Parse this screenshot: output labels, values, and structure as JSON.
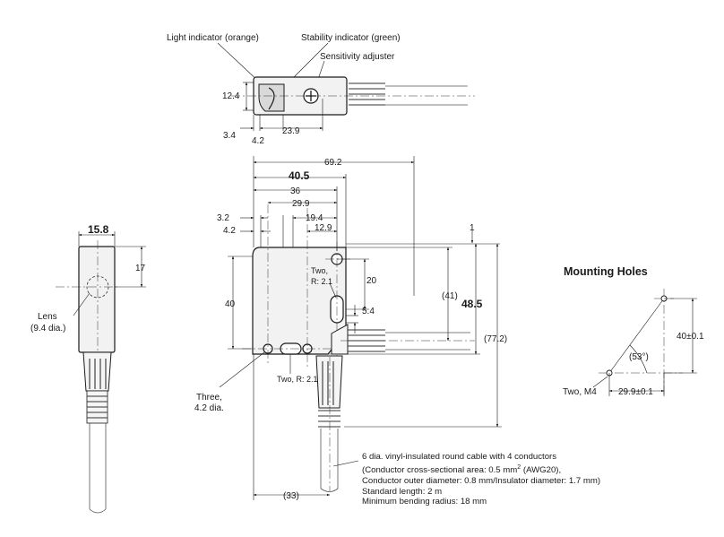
{
  "top_view": {
    "labels": {
      "light_indicator": "Light indicator (orange)",
      "stability_indicator": "Stability indicator (green)",
      "sensitivity_adjuster": "Sensitivity adjuster"
    },
    "dims": {
      "d12_4": "12.4",
      "d3_4": "3.4",
      "d4_2": "4.2",
      "d23_9": "23.9"
    }
  },
  "side_view": {
    "dims": {
      "d15_8": "15.8",
      "d17": "17"
    },
    "labels": {
      "lens_1": "Lens",
      "lens_2": "(9.4 dia.)"
    }
  },
  "front_view": {
    "dims": {
      "d69_2": "69.2",
      "d40_5": "40.5",
      "d36": "36",
      "d29_9": "29.9",
      "d3_2": "3.2",
      "d19_4": "19.4",
      "d1": "1",
      "d4_2": "4.2",
      "d12_9": "12.9",
      "d40": "40",
      "d20": "20",
      "d41": "(41)",
      "d48_5": "48.5",
      "d5_4": "5.4",
      "d77_2": "(77.2)",
      "d33": "(33)"
    },
    "labels": {
      "two_r": "Two,",
      "two_r2": "R: 2.1",
      "two_r_bottom": "Two, R: 2.1",
      "three_1": "Three,",
      "three_2": "4.2 dia."
    }
  },
  "mounting_holes": {
    "title": "Mounting Holes",
    "dims": {
      "d40": "40±0.1",
      "d29_9": "29.9±0.1",
      "angle": "(53°)"
    },
    "label": "Two, M4"
  },
  "cable_note": {
    "line1": "6 dia. vinyl-insulated round cable with 4 conductors",
    "line2_pre": "(Conductor cross-sectional area: 0.5 mm",
    "line2_sup": "2",
    "line2_post": " (AWG20),",
    "line3": "Conductor outer diameter: 0.8 mm/Insulator diameter: 1.7 mm)",
    "line4": "Standard length: 2 m",
    "line5": "Minimum bending radius: 18 mm"
  }
}
